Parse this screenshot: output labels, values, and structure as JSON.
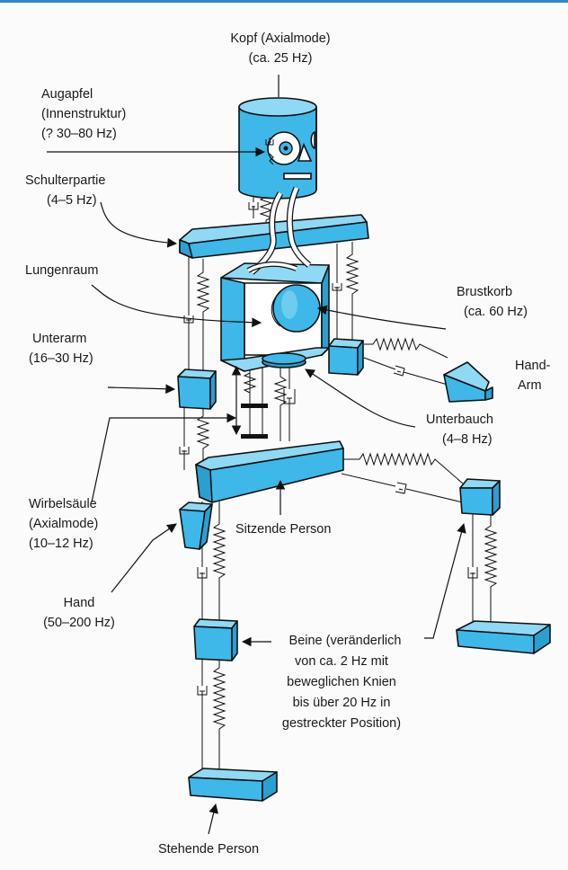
{
  "labels": {
    "head": [
      "Kopf (Axialmode)",
      "(ca. 25 Hz)"
    ],
    "eyeball": [
      "Augapfel",
      "(Innenstruktur)",
      "(? 30–80 Hz)"
    ],
    "shoulder": [
      "Schulterpartie",
      "(4–5 Hz)"
    ],
    "lung": [
      "Lungenraum"
    ],
    "chest": [
      "Brustkorb",
      "(ca. 60 Hz)"
    ],
    "forearm": [
      "Unterarm",
      "(16–30 Hz)"
    ],
    "handarm": [
      "Hand-",
      "Arm"
    ],
    "abdomen": [
      "Unterbauch",
      "(4–8 Hz)"
    ],
    "spine": [
      "Wirbelsäule",
      "(Axialmode)",
      "(10–12 Hz)"
    ],
    "seated": [
      "Sitzende Person"
    ],
    "hand": [
      "Hand",
      "(50–200 Hz)"
    ],
    "legs": [
      "Beine (veränderlich",
      "von ca. 2 Hz mit",
      "beweglichen Knien",
      "bis über 20 Hz in",
      "gestreckter Position)"
    ],
    "standing": [
      "Stehende Person"
    ]
  },
  "colors": {
    "body": "#3db8e8",
    "body_dark": "#2a9fd0",
    "body_light": "#8fd9f4",
    "frame": "#2e87c8",
    "line": "#111111"
  }
}
